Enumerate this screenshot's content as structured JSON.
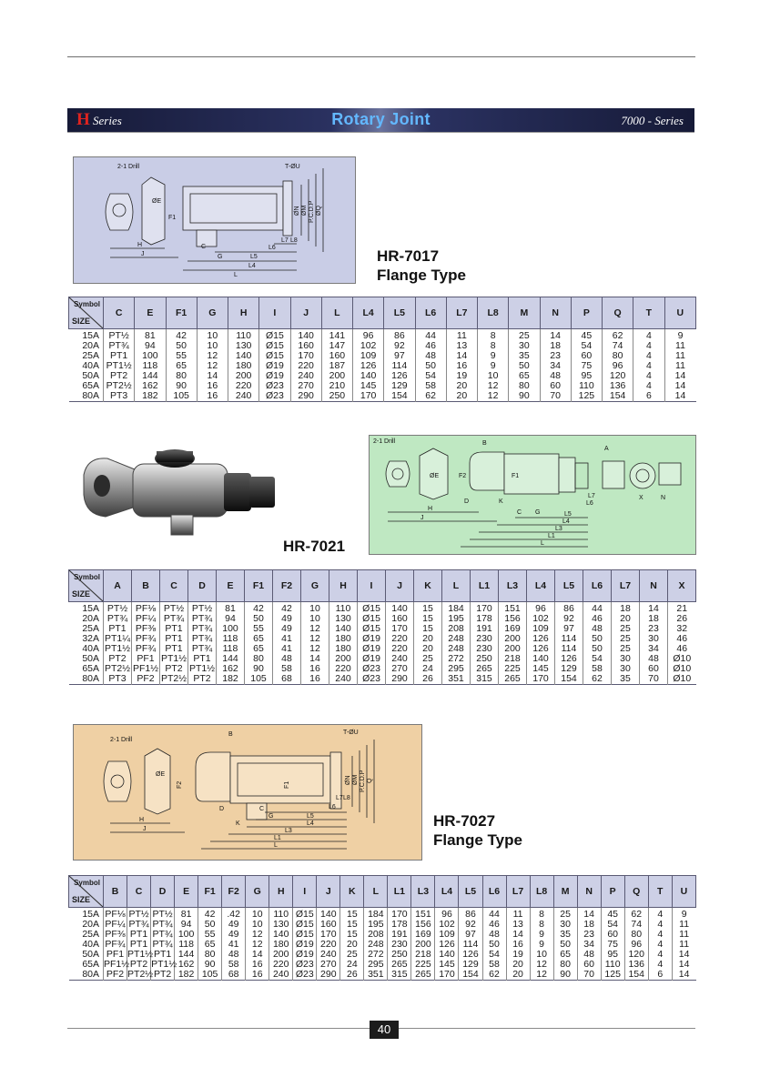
{
  "banner": {
    "brand_letter": "H",
    "series_label": "Series",
    "title": "Rotary Joint",
    "right_label": "7000 - Series"
  },
  "page_number": "40",
  "sym_header": {
    "symbol": "Symbol",
    "size": "SIZE"
  },
  "hr7017": {
    "model": "HR-7017",
    "subtitle": "Flange Type",
    "drawing_labels": {
      "drill": "2-1 Drill",
      "tap": "T-ØU",
      "e": "ØE",
      "f1": "F1",
      "h": "H",
      "j": "J",
      "c": "C",
      "g": "G",
      "l5": "L5",
      "l4": "L4",
      "l": "L",
      "l6": "L6",
      "l7": "L7",
      "l8": "L8",
      "n": "ØN",
      "m": "ØM",
      "p": "P.C.D.P",
      "q": "ØQ"
    },
    "columns": [
      "C",
      "E",
      "F1",
      "G",
      "H",
      "I",
      "J",
      "L",
      "L4",
      "L5",
      "L6",
      "L7",
      "L8",
      "M",
      "N",
      "P",
      "Q",
      "T",
      "U"
    ],
    "rows": [
      [
        "15A",
        "PT½",
        "81",
        "42",
        "10",
        "110",
        "Ø15",
        "140",
        "141",
        "96",
        "86",
        "44",
        "11",
        "8",
        "25",
        "14",
        "45",
        "62",
        "4",
        "9"
      ],
      [
        "20A",
        "PT¾",
        "94",
        "50",
        "10",
        "130",
        "Ø15",
        "160",
        "147",
        "102",
        "92",
        "46",
        "13",
        "8",
        "30",
        "18",
        "54",
        "74",
        "4",
        "11"
      ],
      [
        "25A",
        "PT1",
        "100",
        "55",
        "12",
        "140",
        "Ø15",
        "170",
        "160",
        "109",
        "97",
        "48",
        "14",
        "9",
        "35",
        "23",
        "60",
        "80",
        "4",
        "11"
      ],
      [
        "40A",
        "PT1½",
        "118",
        "65",
        "12",
        "180",
        "Ø19",
        "220",
        "187",
        "126",
        "114",
        "50",
        "16",
        "9",
        "50",
        "34",
        "75",
        "96",
        "4",
        "11"
      ],
      [
        "50A",
        "PT2",
        "144",
        "80",
        "14",
        "200",
        "Ø19",
        "240",
        "200",
        "140",
        "126",
        "54",
        "19",
        "10",
        "65",
        "48",
        "95",
        "120",
        "4",
        "14"
      ],
      [
        "65A",
        "PT2½",
        "162",
        "90",
        "16",
        "220",
        "Ø23",
        "270",
        "210",
        "145",
        "129",
        "58",
        "20",
        "12",
        "80",
        "60",
        "110",
        "136",
        "4",
        "14"
      ],
      [
        "80A",
        "PT3",
        "182",
        "105",
        "16",
        "240",
        "Ø23",
        "290",
        "250",
        "170",
        "154",
        "62",
        "20",
        "12",
        "90",
        "70",
        "125",
        "154",
        "6",
        "14"
      ]
    ]
  },
  "hr7021": {
    "model": "HR-7021",
    "drawing_labels": {
      "drill": "2-1 Drill",
      "b": "B",
      "a": "A",
      "f1": "F1",
      "f2": "F2",
      "d": "D",
      "k": "K",
      "h": "H",
      "j": "J",
      "c": "C",
      "g": "G",
      "l5": "L5",
      "l4": "L4",
      "l3": "L3",
      "l1": "L1",
      "l": "L",
      "l6": "L6",
      "l7": "L7",
      "n": "N",
      "x": "X",
      "e": "ØE"
    },
    "columns": [
      "A",
      "B",
      "C",
      "D",
      "E",
      "F1",
      "F2",
      "G",
      "H",
      "I",
      "J",
      "K",
      "L",
      "L1",
      "L3",
      "L4",
      "L5",
      "L6",
      "L7",
      "N",
      "X"
    ],
    "rows": [
      [
        "15A",
        "PT½",
        "PF⅛",
        "PT½",
        "PT½",
        "81",
        "42",
        "42",
        "10",
        "110",
        "Ø15",
        "140",
        "15",
        "184",
        "170",
        "151",
        "96",
        "86",
        "44",
        "18",
        "14",
        "21"
      ],
      [
        "20A",
        "PT¾",
        "PF¼",
        "PT¾",
        "PT¾",
        "94",
        "50",
        "49",
        "10",
        "130",
        "Ø15",
        "160",
        "15",
        "195",
        "178",
        "156",
        "102",
        "92",
        "46",
        "20",
        "18",
        "26"
      ],
      [
        "25A",
        "PT1",
        "PF⅜",
        "PT1",
        "PT¾",
        "100",
        "55",
        "49",
        "12",
        "140",
        "Ø15",
        "170",
        "15",
        "208",
        "191",
        "169",
        "109",
        "97",
        "48",
        "25",
        "23",
        "32"
      ],
      [
        "32A",
        "PT1¼",
        "PF¾",
        "PT1",
        "PT¾",
        "118",
        "65",
        "41",
        "12",
        "180",
        "Ø19",
        "220",
        "20",
        "248",
        "230",
        "200",
        "126",
        "114",
        "50",
        "25",
        "30",
        "46"
      ],
      [
        "40A",
        "PT1½",
        "PF¾",
        "PT1",
        "PT¾",
        "118",
        "65",
        "41",
        "12",
        "180",
        "Ø19",
        "220",
        "20",
        "248",
        "230",
        "200",
        "126",
        "114",
        "50",
        "25",
        "34",
        "46"
      ],
      [
        "50A",
        "PT2",
        "PF1",
        "PT1½",
        "PT1",
        "144",
        "80",
        "48",
        "14",
        "200",
        "Ø19",
        "240",
        "25",
        "272",
        "250",
        "218",
        "140",
        "126",
        "54",
        "30",
        "48",
        "Ø10"
      ],
      [
        "65A",
        "PT2½",
        "PF1½",
        "PT2",
        "PT1½",
        "162",
        "90",
        "58",
        "16",
        "220",
        "Ø23",
        "270",
        "24",
        "295",
        "265",
        "225",
        "145",
        "129",
        "58",
        "30",
        "60",
        "Ø10"
      ],
      [
        "80A",
        "PT3",
        "PF2",
        "PT2½",
        "PT2",
        "182",
        "105",
        "68",
        "16",
        "240",
        "Ø23",
        "290",
        "26",
        "351",
        "315",
        "265",
        "170",
        "154",
        "62",
        "35",
        "70",
        "Ø10"
      ]
    ]
  },
  "hr7027": {
    "model": "HR-7027",
    "subtitle": "Flange Type",
    "drawing_labels": {
      "drill": "2-1 Drill",
      "tap": "T-ØU",
      "b": "B",
      "f2": "F2",
      "f1": "F1",
      "d": "D",
      "e": "ØE",
      "h": "H",
      "j": "J",
      "k": "K",
      "c": "C",
      "g": "G",
      "l5": "L5",
      "l4": "L4",
      "l3": "L3",
      "l1": "L1",
      "l": "L",
      "l6": "L6",
      "l7": "L7",
      "l8": "L8",
      "n": "ØN",
      "m": "ØM",
      "p": "P.C.D.P",
      "q": "Q"
    },
    "columns": [
      "B",
      "C",
      "D",
      "E",
      "F1",
      "F2",
      "G",
      "H",
      "I",
      "J",
      "K",
      "L",
      "L1",
      "L3",
      "L4",
      "L5",
      "L6",
      "L7",
      "L8",
      "M",
      "N",
      "P",
      "Q",
      "T",
      "U"
    ],
    "rows": [
      [
        "15A",
        "PF⅛",
        "PT½",
        "PT½",
        "81",
        "42",
        ".42",
        "10",
        "110",
        "Ø15",
        "140",
        "15",
        "184",
        "170",
        "151",
        "96",
        "86",
        "44",
        "11",
        "8",
        "25",
        "14",
        "45",
        "62",
        "4",
        "9"
      ],
      [
        "20A",
        "PF¼",
        "PT¾",
        "PT¾",
        "94",
        "50",
        "49",
        "10",
        "130",
        "Ø15",
        "160",
        "15",
        "195",
        "178",
        "156",
        "102",
        "92",
        "46",
        "13",
        "8",
        "30",
        "18",
        "54",
        "74",
        "4",
        "11"
      ],
      [
        "25A",
        "PF⅜",
        "PT1",
        "PT¾",
        "100",
        "55",
        "49",
        "12",
        "140",
        "Ø15",
        "170",
        "15",
        "208",
        "191",
        "169",
        "109",
        "97",
        "48",
        "14",
        "9",
        "35",
        "23",
        "60",
        "80",
        "4",
        "11"
      ],
      [
        "40A",
        "PF¾",
        "PT1",
        "PT¾",
        "118",
        "65",
        "41",
        "12",
        "180",
        "Ø19",
        "220",
        "20",
        "248",
        "230",
        "200",
        "126",
        "114",
        "50",
        "16",
        "9",
        "50",
        "34",
        "75",
        "96",
        "4",
        "11"
      ],
      [
        "50A",
        "PF1",
        "PT1½",
        "PT1",
        "144",
        "80",
        "48",
        "14",
        "200",
        "Ø19",
        "240",
        "25",
        "272",
        "250",
        "218",
        "140",
        "126",
        "54",
        "19",
        "10",
        "65",
        "48",
        "95",
        "120",
        "4",
        "14"
      ],
      [
        "65A",
        "PF1½",
        "PT2",
        "PT1½",
        "162",
        "90",
        "58",
        "16",
        "220",
        "Ø23",
        "270",
        "24",
        "295",
        "265",
        "225",
        "145",
        "129",
        "58",
        "20",
        "12",
        "80",
        "60",
        "110",
        "136",
        "4",
        "14"
      ],
      [
        "80A",
        "PF2",
        "PT2½",
        "PT2",
        "182",
        "105",
        "68",
        "16",
        "240",
        "Ø23",
        "290",
        "26",
        "351",
        "315",
        "265",
        "170",
        "154",
        "62",
        "20",
        "12",
        "90",
        "70",
        "125",
        "154",
        "6",
        "14"
      ]
    ]
  },
  "colors": {
    "banner": "#1f2448",
    "banner_title": "#63b8ff",
    "brand": "#e0231f",
    "header_fill": "#cdd0e6",
    "drawing1_bg": "#c9cde6",
    "drawing2_bg": "#bfe8c2",
    "drawing3_bg": "#efd0a4"
  },
  "icons": {
    "product_photo": "rotary-joint-photo"
  }
}
